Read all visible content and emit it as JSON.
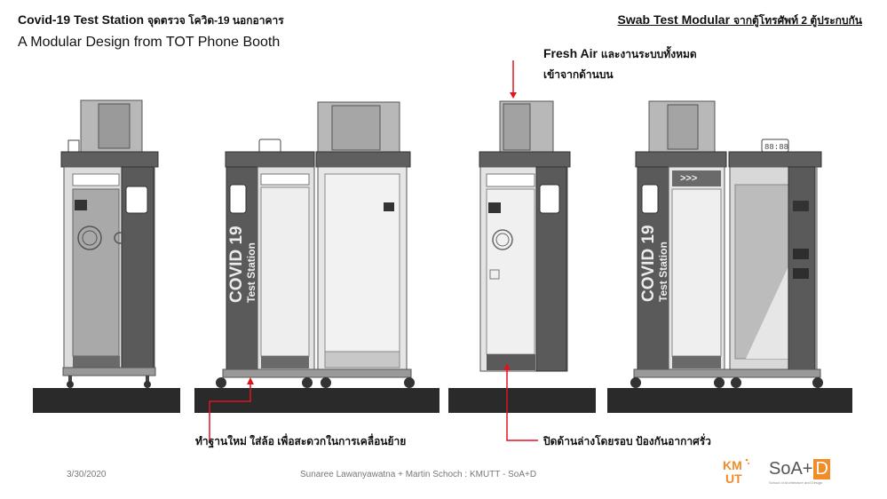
{
  "header": {
    "title_en": "Covid-19 Test Station",
    "title_th": "จุดตรวจ โควิด-19 นอกอาคาร",
    "subtitle": "A Modular Design from TOT Phone Booth",
    "right_title_en": "Swab Test Modular",
    "right_title_th": "จากตู้โทรศัพท์  2 ตู้ประกบกัน"
  },
  "annotations": {
    "fresh_air_en": "Fresh Air",
    "fresh_air_th": "และงานระบบทั้งหมด",
    "fresh_air_line2": "เข้าจากด้านบน",
    "wheels": "ทำฐานใหม่ ใส่ล้อ เพื่อสะดวกในการเคลื่อนย้าย",
    "closed_bottom": "ปิดด้านล่างโดยรอบ ป้องกันอากาศรั่ว"
  },
  "booth_signage": {
    "line1": "COVID 19",
    "line2": "Test Station"
  },
  "panel_arrows": ">>>",
  "display_readout": "88:88",
  "footer": {
    "date": "3/30/2020",
    "credit": "Sunaree Lawanyawatna + Martin Schoch : KMUTT - SoA+D"
  },
  "logos": {
    "kmutt": "KMUTT",
    "soad_main": "SoA+",
    "soad_d": "D",
    "soad_sub": "School of Architecture and Design"
  },
  "colors": {
    "annotation_red": "#e0141e",
    "frame_dark": "#5a5a5a",
    "frame_mid": "#8f8f8f",
    "panel_light": "#c8c8c8",
    "ground": "#2a2a2a",
    "soad_accent": "#f28c28"
  }
}
